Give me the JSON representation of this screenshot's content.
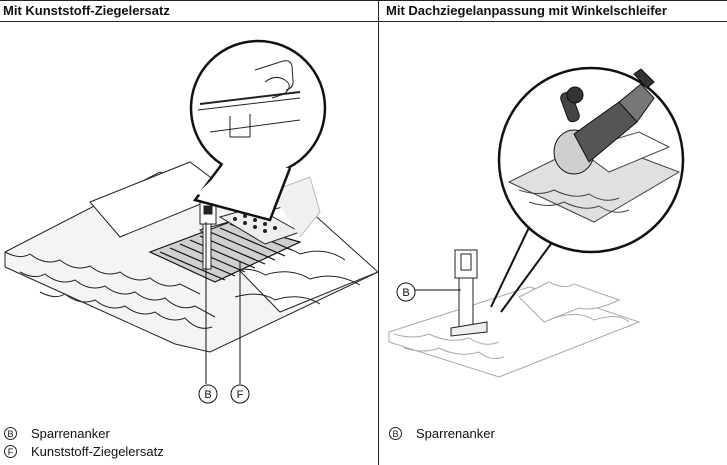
{
  "left_panel": {
    "title": "Mit Kunststoff-Ziegelersatz",
    "callouts": [
      "B",
      "F"
    ],
    "legend": [
      {
        "letter": "B",
        "text": "Sparrenanker"
      },
      {
        "letter": "F",
        "text": "Kunststoff-Ziegelersatz"
      }
    ]
  },
  "right_panel": {
    "title": "Mit Dachziegelanpassung mit Winkelschleifer",
    "callouts": [
      "B"
    ],
    "legend": [
      {
        "letter": "B",
        "text": "Sparrenanker"
      }
    ]
  }
}
